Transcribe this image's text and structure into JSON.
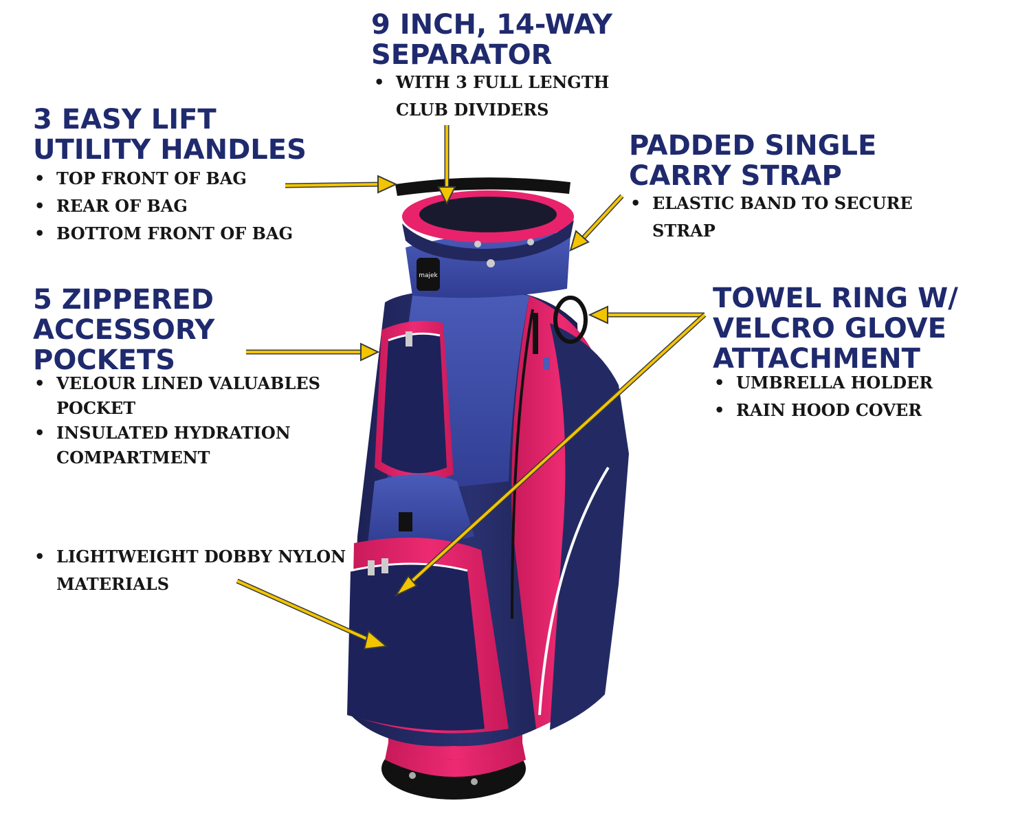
{
  "colors": {
    "heading": "#1f2a6e",
    "text": "#161616",
    "arrow": "#f2c500",
    "arrow_outline": "#3a3a3a",
    "bag_navy": "#22285e",
    "bag_pink": "#e8236c",
    "bag_blue": "#3f4fa8"
  },
  "bag_logo": "majek",
  "callouts": {
    "separator": {
      "title": [
        "9 INCH, 14-WAY",
        "SEPARATOR"
      ],
      "bullets": [
        [
          "WITH 3 FULL LENGTH",
          "CLUB DIVIDERS"
        ]
      ]
    },
    "handles": {
      "title": [
        "3 EASY LIFT",
        "UTILITY HANDLES"
      ],
      "bullets": [
        [
          "TOP FRONT OF BAG"
        ],
        [
          "REAR OF BAG"
        ],
        [
          "BOTTOM FRONT OF BAG"
        ]
      ]
    },
    "strap": {
      "title": [
        "PADDED SINGLE",
        "CARRY STRAP"
      ],
      "bullets": [
        [
          "ELASTIC BAND TO SECURE",
          "STRAP"
        ]
      ]
    },
    "pockets": {
      "title": [
        "5 ZIPPERED",
        "ACCESSORY",
        "POCKETS"
      ],
      "bullets": [
        [
          "VELOUR LINED VALUABLES",
          "POCKET"
        ],
        [
          "INSULATED HYDRATION",
          "COMPARTMENT"
        ]
      ]
    },
    "towel": {
      "title": [
        "TOWEL RING W/",
        "VELCRO GLOVE",
        "ATTACHMENT"
      ],
      "bullets": [
        [
          "UMBRELLA HOLDER"
        ],
        [
          "RAIN HOOD COVER"
        ]
      ]
    },
    "materials": {
      "bullets": [
        [
          "LIGHTWEIGHT DOBBY NYLON",
          "MATERIALS"
        ]
      ]
    }
  }
}
